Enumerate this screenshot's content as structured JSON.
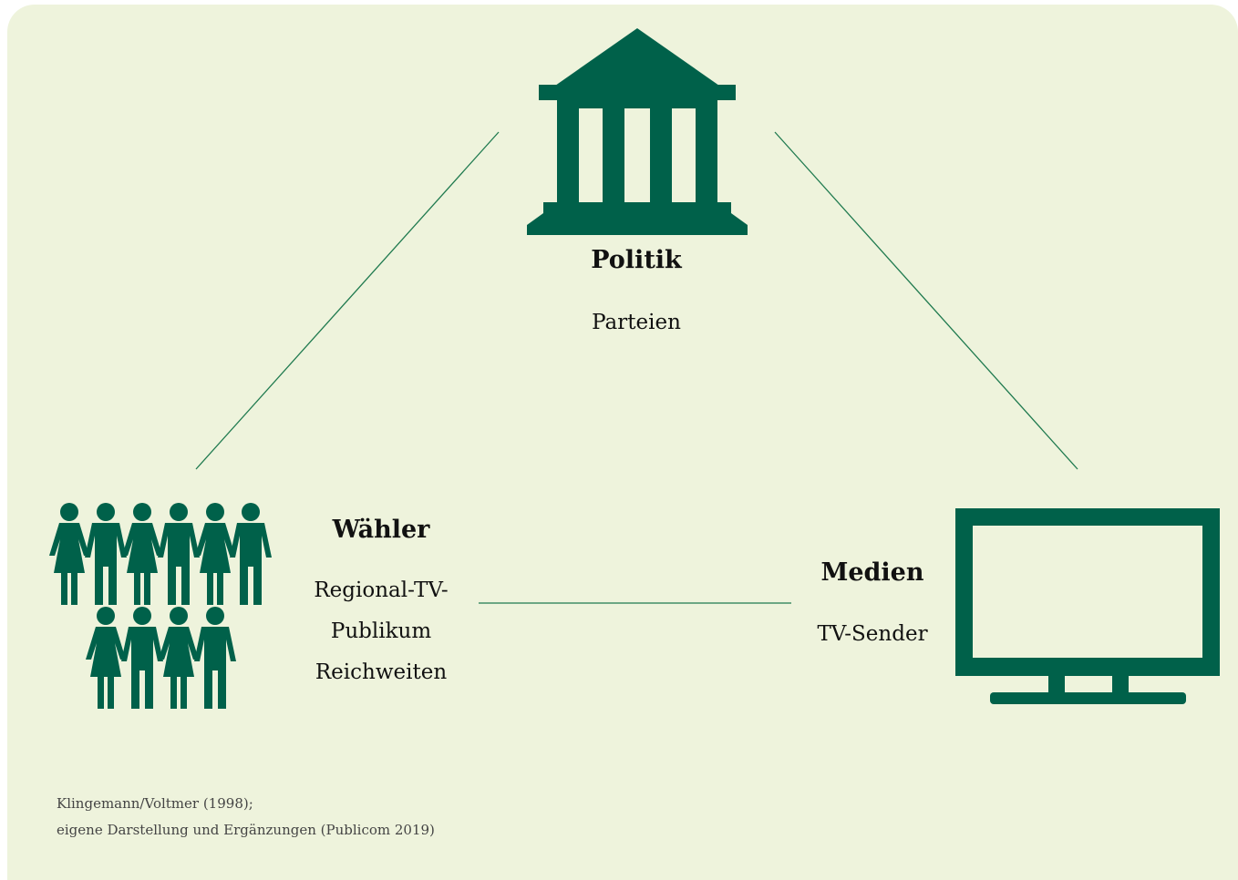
{
  "colors": {
    "background": "#eef3dc",
    "icon_green": "#00614a",
    "line_green": "#1f7a4f",
    "text": "#111111"
  },
  "nodes": {
    "politik": {
      "icon": "government-building-icon",
      "title": "Politik",
      "sub": [
        "Parteien"
      ]
    },
    "waehler": {
      "icon": "people-group-icon",
      "title": "Wähler",
      "sub": [
        "Regional-TV-",
        "Publikum",
        "Reichweiten"
      ]
    },
    "medien": {
      "icon": "tv-monitor-icon",
      "title": "Medien",
      "sub": [
        "TV-Sender"
      ]
    }
  },
  "source": {
    "line1": "Klingemann/Voltmer (1998);",
    "line2": "eigene Darstellung und Ergänzungen (Publicom 2019)"
  }
}
